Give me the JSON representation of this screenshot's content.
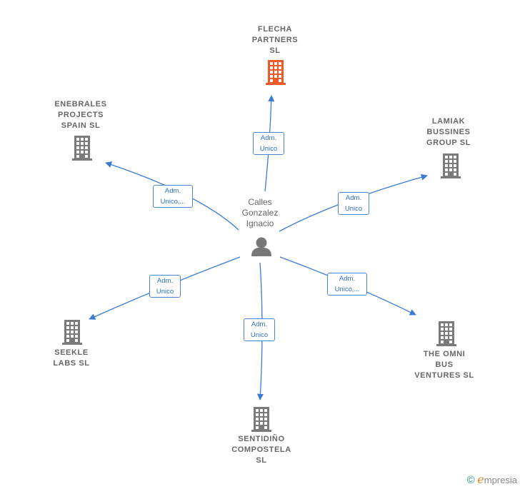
{
  "center": {
    "lines": [
      "Calles",
      "Gonzalez",
      "Ignacio"
    ],
    "icon": "person-icon"
  },
  "nodes": [
    {
      "id": "flecha",
      "lines": [
        "FLECHA",
        "PARTNERS",
        "SL"
      ],
      "color": "#f05a28",
      "icon": "building-icon",
      "edge_lines": [
        "Adm.",
        "Unico"
      ]
    },
    {
      "id": "enebrales",
      "lines": [
        "ENEBRALES",
        "PROJECTS",
        "SPAIN  SL"
      ],
      "color": "#7a7a7a",
      "icon": "building-icon",
      "edge_lines": [
        "Adm.",
        "Unico,..."
      ]
    },
    {
      "id": "lamiak",
      "lines": [
        "LAMIAK",
        "BUSSINES",
        "GROUP  SL"
      ],
      "color": "#7a7a7a",
      "icon": "building-icon",
      "edge_lines": [
        "Adm.",
        "Unico"
      ]
    },
    {
      "id": "seekle",
      "lines": [
        "SEEKLE",
        "LABS  SL"
      ],
      "color": "#7a7a7a",
      "icon": "building-icon",
      "edge_lines": [
        "Adm.",
        "Unico"
      ]
    },
    {
      "id": "omni",
      "lines": [
        "THE OMNI",
        "BUS",
        "VENTURES  SL"
      ],
      "color": "#7a7a7a",
      "icon": "building-icon",
      "edge_lines": [
        "Adm.",
        "Unico,..."
      ]
    },
    {
      "id": "sentidino",
      "lines": [
        "SENTIDIÑO",
        "COMPOSTELA",
        "SL"
      ],
      "color": "#7a7a7a",
      "icon": "building-icon",
      "edge_lines": [
        "Adm.",
        "Unico"
      ]
    }
  ],
  "colors": {
    "edge": "#3a7bd5",
    "center_icon": "#777777"
  },
  "branding": {
    "copyright": "©",
    "name": "mpresia",
    "initial": "e"
  }
}
